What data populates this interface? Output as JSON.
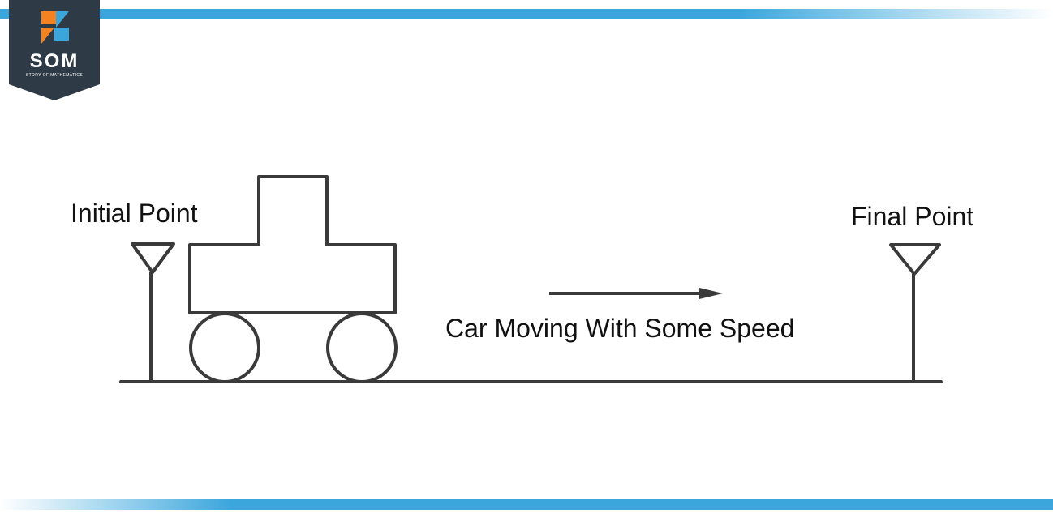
{
  "logo": {
    "text": "SOM",
    "subtitle": "STORY OF MATHEMATICS"
  },
  "labels": {
    "initial_point": "Initial Point",
    "final_point": "Final Point",
    "motion": "Car Moving With Some Speed"
  },
  "colors": {
    "accent_bar": "#3aa6dc",
    "logo_background": "#2e3b47",
    "logo_orange": "#f58220",
    "logo_blue": "#3aa6dc",
    "line": "#3a3a3a"
  }
}
